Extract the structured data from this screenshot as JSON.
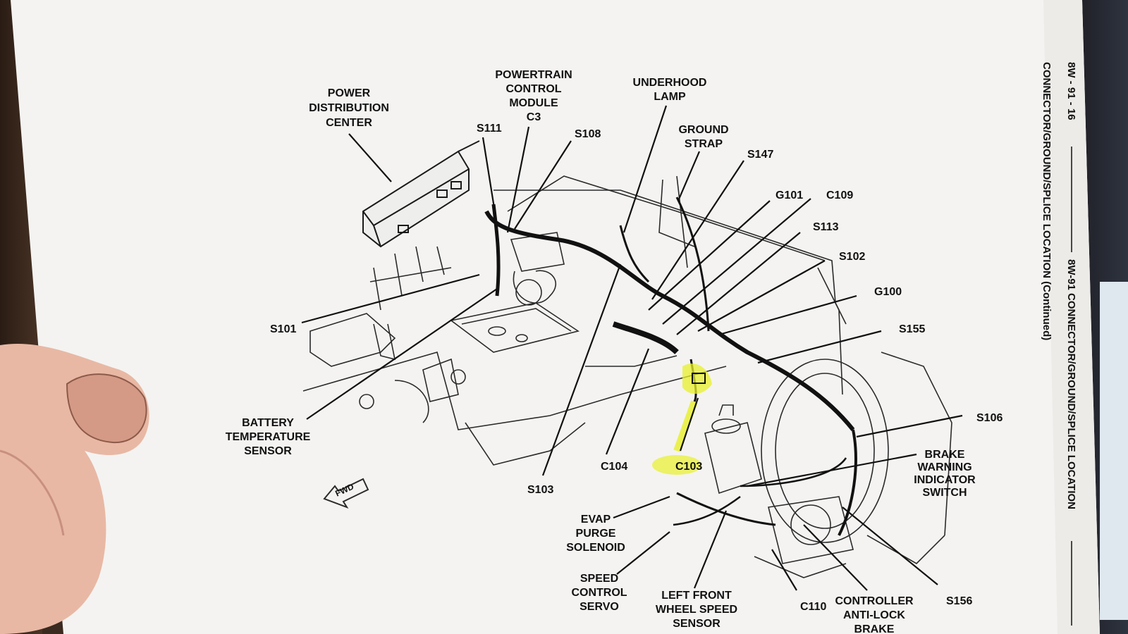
{
  "header": {
    "page_number": "8W - 91 - 16",
    "section_title": "8W-91 CONNECTOR/GROUND/SPLICE LOCATION",
    "subtitle": "CONNECTOR/GROUND/SPLICE LOCATION (Continued)"
  },
  "labels": {
    "power_distribution_center": [
      "POWER",
      "DISTRIBUTION",
      "CENTER"
    ],
    "powertrain_control_module": [
      "POWERTRAIN",
      "CONTROL",
      "MODULE",
      "C3"
    ],
    "underhood_lamp": [
      "UNDERHOOD",
      "LAMP"
    ],
    "ground_strap": [
      "GROUND",
      "STRAP"
    ],
    "battery_temperature_sensor": [
      "BATTERY",
      "TEMPERATURE",
      "SENSOR"
    ],
    "brake_warning_indicator_switch": [
      "BRAKE",
      "WARNING",
      "INDICATOR",
      "SWITCH"
    ],
    "evap_purge_solenoid": [
      "EVAP",
      "PURGE",
      "SOLENOID"
    ],
    "speed_control_servo": [
      "SPEED",
      "CONTROL",
      "SERVO"
    ],
    "left_front_wheel_speed_sensor": [
      "LEFT FRONT",
      "WHEEL SPEED",
      "SENSOR"
    ],
    "controller_anti_lock_brake": [
      "CONTROLLER",
      "ANTI-LOCK",
      "BRAKE"
    ],
    "s111": "S111",
    "s108": "S108",
    "s147": "S147",
    "g101": "G101",
    "c109": "C109",
    "s113": "S113",
    "s102": "S102",
    "g100": "G100",
    "s155": "S155",
    "s101": "S101",
    "s106": "S106",
    "c104": "C104",
    "c103": "C103",
    "s103": "S103",
    "c110": "C110",
    "s156": "S156",
    "fwd": "FWD"
  },
  "highlight_color": "#e8f02a"
}
